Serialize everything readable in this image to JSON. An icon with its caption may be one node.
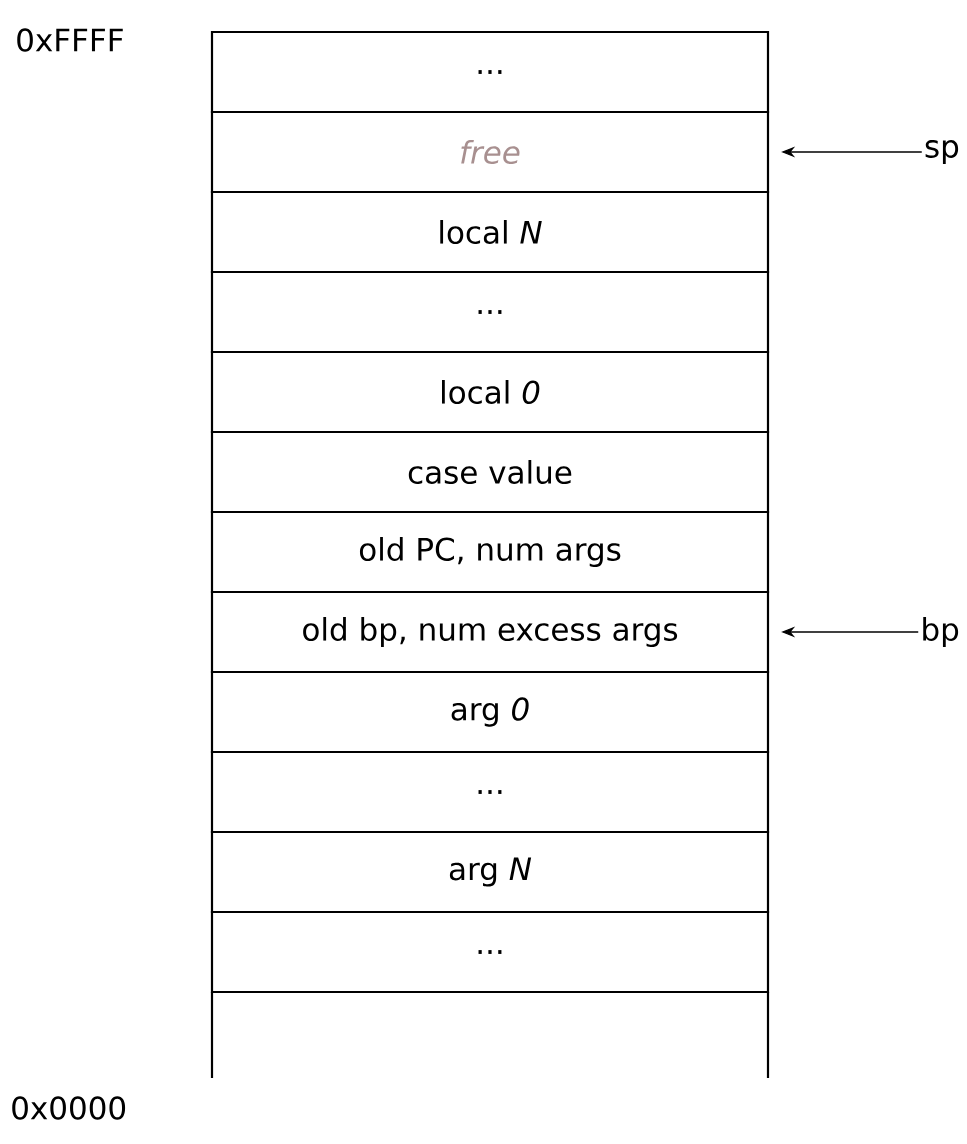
{
  "diagram": {
    "nodes": [
      {
        "text": [
          "..."
        ]
      },
      {
        "text": [
          "free"
        ]
      },
      {
        "text": [
          "local *N*"
        ]
      },
      {
        "text": [
          "..."
        ]
      },
      {
        "text": [
          "local *0*"
        ]
      },
      {
        "text": [
          "case value"
        ]
      },
      {
        "text": [
          "old PC, num args"
        ]
      },
      {
        "text": [
          "old bp, num excess args"
        ]
      },
      {
        "text": [
          "arg *0*"
        ]
      },
      {
        "text": [
          "..."
        ]
      },
      {
        "text": [
          "arg *N*"
        ]
      },
      {
        "text": [
          "..."
        ]
      },
      {
        "text": [
          "sp"
        ]
      },
      {
        "text": [
          "bp"
        ]
      }
    ],
    "edges": [
      {
        "from": 12,
        "to": 1,
        "arrow": "to"
      },
      {
        "from": 13,
        "to": 7,
        "arrow": "to"
      }
    ],
    "labels": [
      "0xFFFF",
      "0x0000"
    ]
  }
}
